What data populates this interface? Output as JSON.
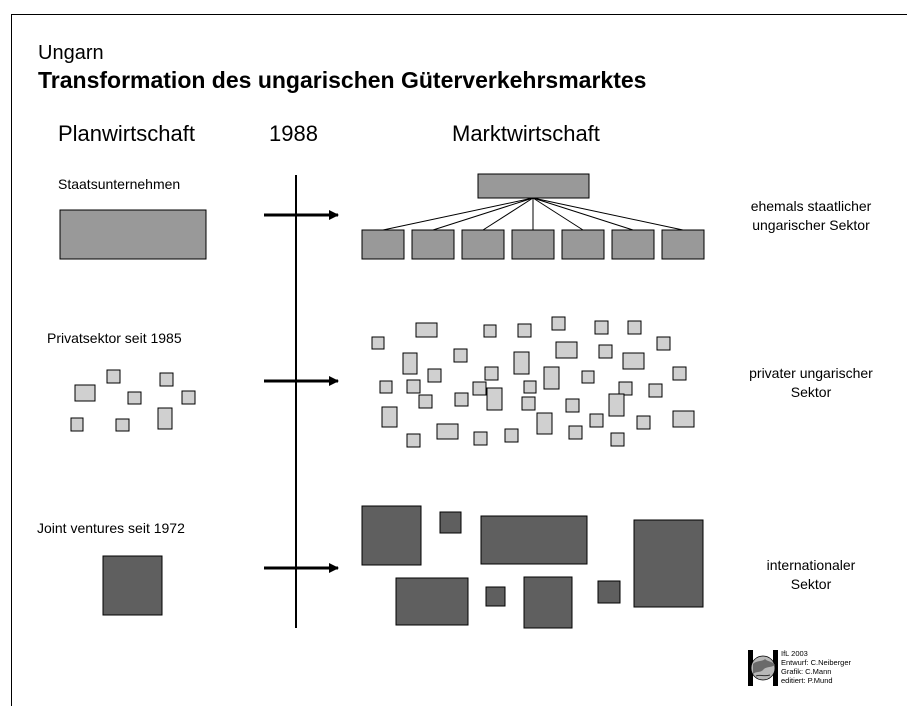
{
  "header": {
    "subtitle": "Ungarn",
    "title": "Transformation des ungarischen Güterverkehrsmarktes"
  },
  "columns": {
    "planned": "Planwirtschaft",
    "year": "1988",
    "market": "Marktwirtschaft"
  },
  "left_labels": {
    "state": "Staatsunternehmen",
    "private": "Privatsektor seit 1985",
    "joint": "Joint ventures seit 1972"
  },
  "right_labels": {
    "state_line1": "ehemals staatlicher",
    "state_line2": "ungarischer Sektor",
    "private_line1": "privater ungarischer",
    "private_line2": "Sektor",
    "intl_line1": "internationaler",
    "intl_line2": "Sektor"
  },
  "credits": {
    "line1": "IfL 2003",
    "line2": "Entwurf: C.Neiberger",
    "line3": "Grafik: C.Mann",
    "line4": "editiert: P.Mund"
  },
  "colors": {
    "state_fill": "#999999",
    "private_fill": "#d0d0d0",
    "intl_fill": "#5f5f5f",
    "stroke": "#000000"
  }
}
